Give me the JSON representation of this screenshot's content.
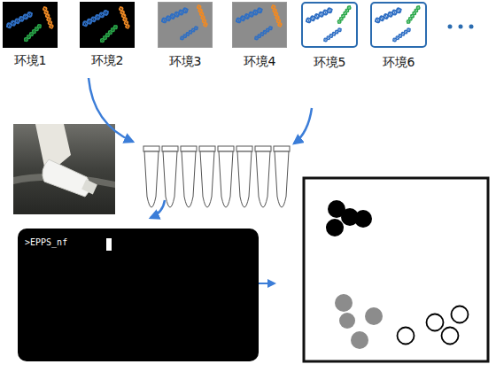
{
  "diagram": {
    "nodes": [
      {
        "text": [
          "环境1"
        ]
      },
      {
        "text": [
          "环境2"
        ]
      },
      {
        "text": [
          "环境3"
        ]
      },
      {
        "text": [
          "环境4"
        ]
      },
      {
        "text": [
          "环境5"
        ]
      },
      {
        "text": [
          "环境6"
        ]
      },
      {
        "text": [
          ">EPPS_nf"
        ]
      }
    ]
  }
}
